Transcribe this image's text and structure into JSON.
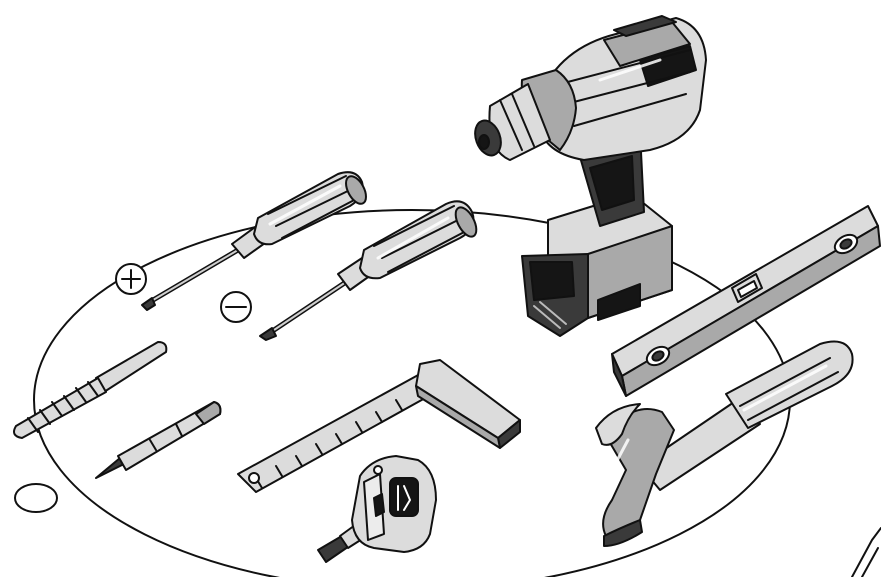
{
  "scene": {
    "items": [
      "drill-driver",
      "phillips-screwdriver",
      "flathead-screwdriver",
      "drill-bit",
      "pencil",
      "try-square",
      "tape-measure",
      "spirit-level",
      "claw-hammer"
    ],
    "symbols": {
      "plus_icon": "plus-circle-icon",
      "minus_icon": "minus-circle-icon",
      "empty_icon": "empty-circle-icon"
    },
    "colors": {
      "line": "#111111",
      "light": "#dcdcdc",
      "mid": "#a9a9a9",
      "dark": "#3a3a3a",
      "black": "#151515"
    }
  }
}
